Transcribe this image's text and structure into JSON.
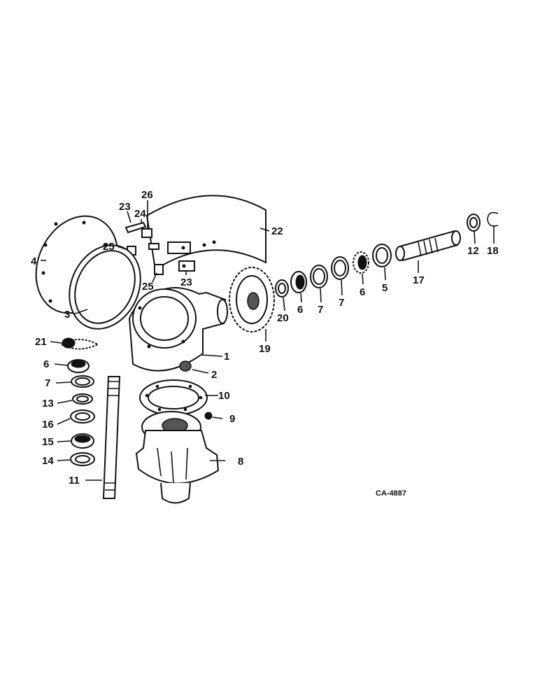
{
  "diagram": {
    "code": "CA-4887",
    "callouts": [
      {
        "id": "c1",
        "text": "1"
      },
      {
        "id": "c2",
        "text": "2"
      },
      {
        "id": "c3",
        "text": "3"
      },
      {
        "id": "c4",
        "text": "4"
      },
      {
        "id": "c5",
        "text": "5"
      },
      {
        "id": "c6a",
        "text": "6"
      },
      {
        "id": "c6b",
        "text": "6"
      },
      {
        "id": "c6c",
        "text": "6"
      },
      {
        "id": "c7a",
        "text": "7"
      },
      {
        "id": "c7b",
        "text": "7"
      },
      {
        "id": "c7c",
        "text": "7"
      },
      {
        "id": "c8",
        "text": "8"
      },
      {
        "id": "c9",
        "text": "9"
      },
      {
        "id": "c10",
        "text": "10"
      },
      {
        "id": "c11",
        "text": "11"
      },
      {
        "id": "c12",
        "text": "12"
      },
      {
        "id": "c13",
        "text": "13"
      },
      {
        "id": "c14",
        "text": "14"
      },
      {
        "id": "c15",
        "text": "15"
      },
      {
        "id": "c16",
        "text": "16"
      },
      {
        "id": "c17",
        "text": "17"
      },
      {
        "id": "c18",
        "text": "18"
      },
      {
        "id": "c19",
        "text": "19"
      },
      {
        "id": "c20",
        "text": "20"
      },
      {
        "id": "c21",
        "text": "21"
      },
      {
        "id": "c22",
        "text": "22"
      },
      {
        "id": "c23a",
        "text": "23"
      },
      {
        "id": "c23b",
        "text": "23"
      },
      {
        "id": "c24",
        "text": "24"
      },
      {
        "id": "c25a",
        "text": "25"
      },
      {
        "id": "c25b",
        "text": "25"
      },
      {
        "id": "c26",
        "text": "26"
      }
    ]
  }
}
